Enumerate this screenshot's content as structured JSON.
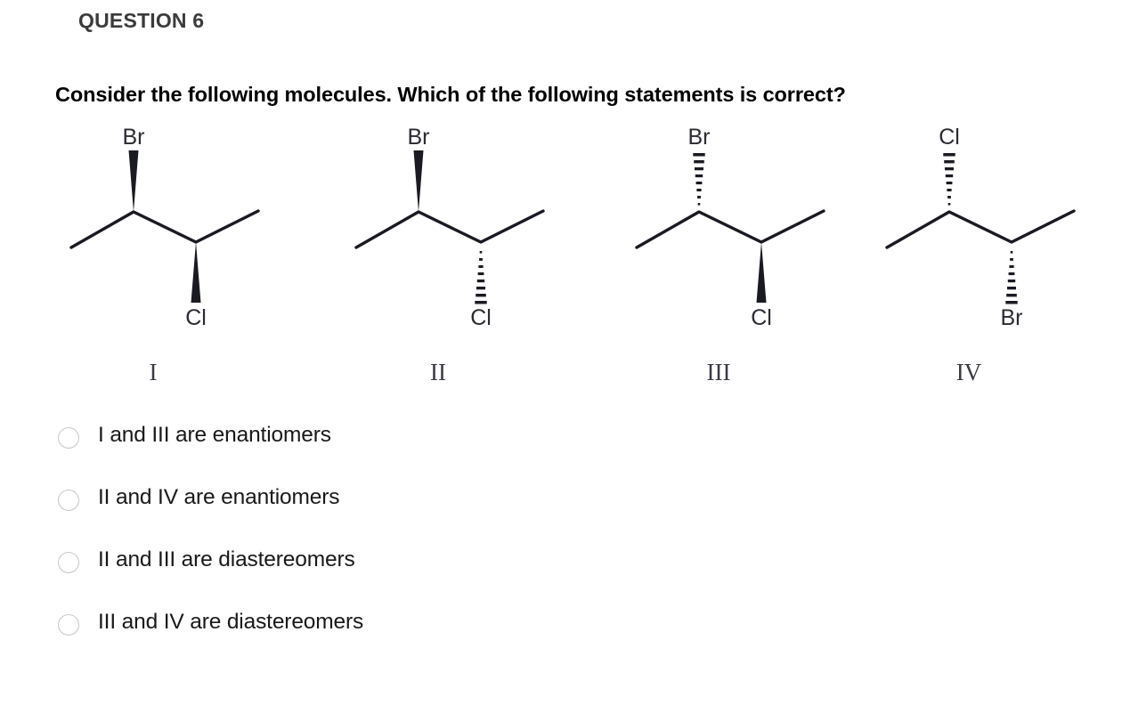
{
  "header": {
    "question_number": "QUESTION 6"
  },
  "prompt": {
    "text": "Consider the following molecules. Which of the following statements is correct?"
  },
  "molecules": [
    {
      "label": "I",
      "top_substituent": "Br",
      "top_bond": "wedge",
      "bottom_substituent": "Cl",
      "bottom_bond": "wedge"
    },
    {
      "label": "II",
      "top_substituent": "Br",
      "top_bond": "wedge",
      "bottom_substituent": "Cl",
      "bottom_bond": "hash"
    },
    {
      "label": "III",
      "top_substituent": "Br",
      "top_bond": "hash",
      "bottom_substituent": "Cl",
      "bottom_bond": "wedge"
    },
    {
      "label": "IV",
      "top_substituent": "Cl",
      "top_bond": "hash",
      "bottom_substituent": "Br",
      "bottom_bond": "hash"
    }
  ],
  "options": [
    {
      "label": "I and III are enantiomers",
      "selected": false
    },
    {
      "label": "II and IV are enantiomers",
      "selected": false
    },
    {
      "label": "II and III are diastereomers",
      "selected": false
    },
    {
      "label": "III and IV are diastereomers",
      "selected": false
    }
  ],
  "colors": {
    "header_text": "#3b3b3b",
    "body_text": "#000000",
    "structure_stroke": "#1a1a22",
    "radio_border": "#c8c8c8",
    "background": "#ffffff"
  }
}
